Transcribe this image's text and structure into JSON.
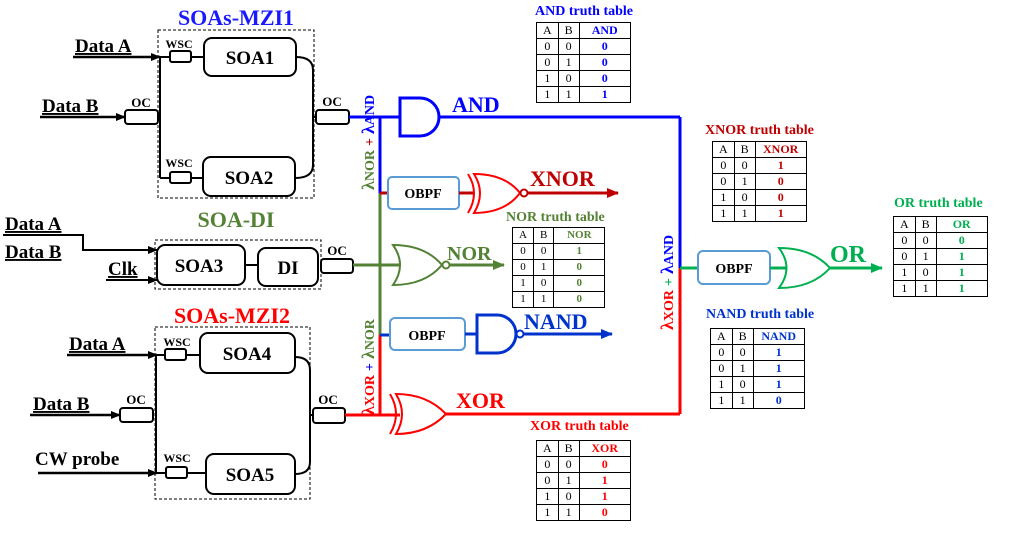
{
  "colors": {
    "mzi1": "#1a1aff",
    "di": "#548235",
    "mzi2": "#ff0000",
    "and": "#0000ff",
    "xnor": "#c00000",
    "nor": "#548235",
    "nand": "#0033cc",
    "xor": "#ff0000",
    "or": "#00b050",
    "obpf_border": "#5b9bd5"
  },
  "blocks": {
    "mzi1": {
      "title": "SOAs-MZI1",
      "soa_top": "SOA1",
      "soa_bottom": "SOA2"
    },
    "di": {
      "title": "SOA-DI",
      "soa": "SOA3",
      "di": "DI"
    },
    "mzi2": {
      "title": "SOAs-MZI2",
      "soa_top": "SOA4",
      "soa_bottom": "SOA5"
    }
  },
  "labels": {
    "wsc": "WSC",
    "oc": "OC",
    "obpf": "OBPF"
  },
  "inputs": {
    "mzi1": [
      "Data A",
      "Data B"
    ],
    "di": [
      "Data A",
      "Data B",
      "Clk"
    ],
    "mzi2": [
      "Data A",
      "Data B",
      "CW probe"
    ]
  },
  "wavelengths": {
    "left_top": [
      "λ",
      "NOR",
      "+",
      "λ",
      "AND"
    ],
    "left_bottom": [
      "λ",
      "XOR",
      "+",
      "λ",
      "NOR"
    ],
    "right": [
      "λ",
      "XOR",
      "+",
      "λ",
      "AND"
    ]
  },
  "outputs": {
    "and": "AND",
    "xnor": "XNOR",
    "nor": "NOR",
    "nand": "NAND",
    "xor": "XOR",
    "or": "OR"
  },
  "truth_tables": {
    "and": {
      "caption": "AND truth table",
      "headers": [
        "A",
        "B",
        "AND"
      ],
      "rows": [
        [
          "0",
          "0",
          "0"
        ],
        [
          "0",
          "1",
          "0"
        ],
        [
          "1",
          "0",
          "0"
        ],
        [
          "1",
          "1",
          "1"
        ]
      ]
    },
    "xnor": {
      "caption": "XNOR truth table",
      "headers": [
        "A",
        "B",
        "XNOR"
      ],
      "rows": [
        [
          "0",
          "0",
          "1"
        ],
        [
          "0",
          "1",
          "0"
        ],
        [
          "1",
          "0",
          "0"
        ],
        [
          "1",
          "1",
          "1"
        ]
      ]
    },
    "nor": {
      "caption": "NOR truth table",
      "headers": [
        "A",
        "B",
        "NOR"
      ],
      "rows": [
        [
          "0",
          "0",
          "1"
        ],
        [
          "0",
          "1",
          "0"
        ],
        [
          "1",
          "0",
          "0"
        ],
        [
          "1",
          "1",
          "0"
        ]
      ]
    },
    "nand": {
      "caption": "NAND truth table",
      "headers": [
        "A",
        "B",
        "NAND"
      ],
      "rows": [
        [
          "0",
          "0",
          "1"
        ],
        [
          "0",
          "1",
          "1"
        ],
        [
          "1",
          "0",
          "1"
        ],
        [
          "1",
          "1",
          "0"
        ]
      ]
    },
    "xor": {
      "caption": "XOR truth table",
      "headers": [
        "A",
        "B",
        "XOR"
      ],
      "rows": [
        [
          "0",
          "0",
          "0"
        ],
        [
          "0",
          "1",
          "1"
        ],
        [
          "1",
          "0",
          "1"
        ],
        [
          "1",
          "1",
          "0"
        ]
      ]
    },
    "or": {
      "caption": "OR truth table",
      "headers": [
        "A",
        "B",
        "OR"
      ],
      "rows": [
        [
          "0",
          "0",
          "0"
        ],
        [
          "0",
          "1",
          "1"
        ],
        [
          "1",
          "0",
          "1"
        ],
        [
          "1",
          "1",
          "1"
        ]
      ]
    }
  }
}
